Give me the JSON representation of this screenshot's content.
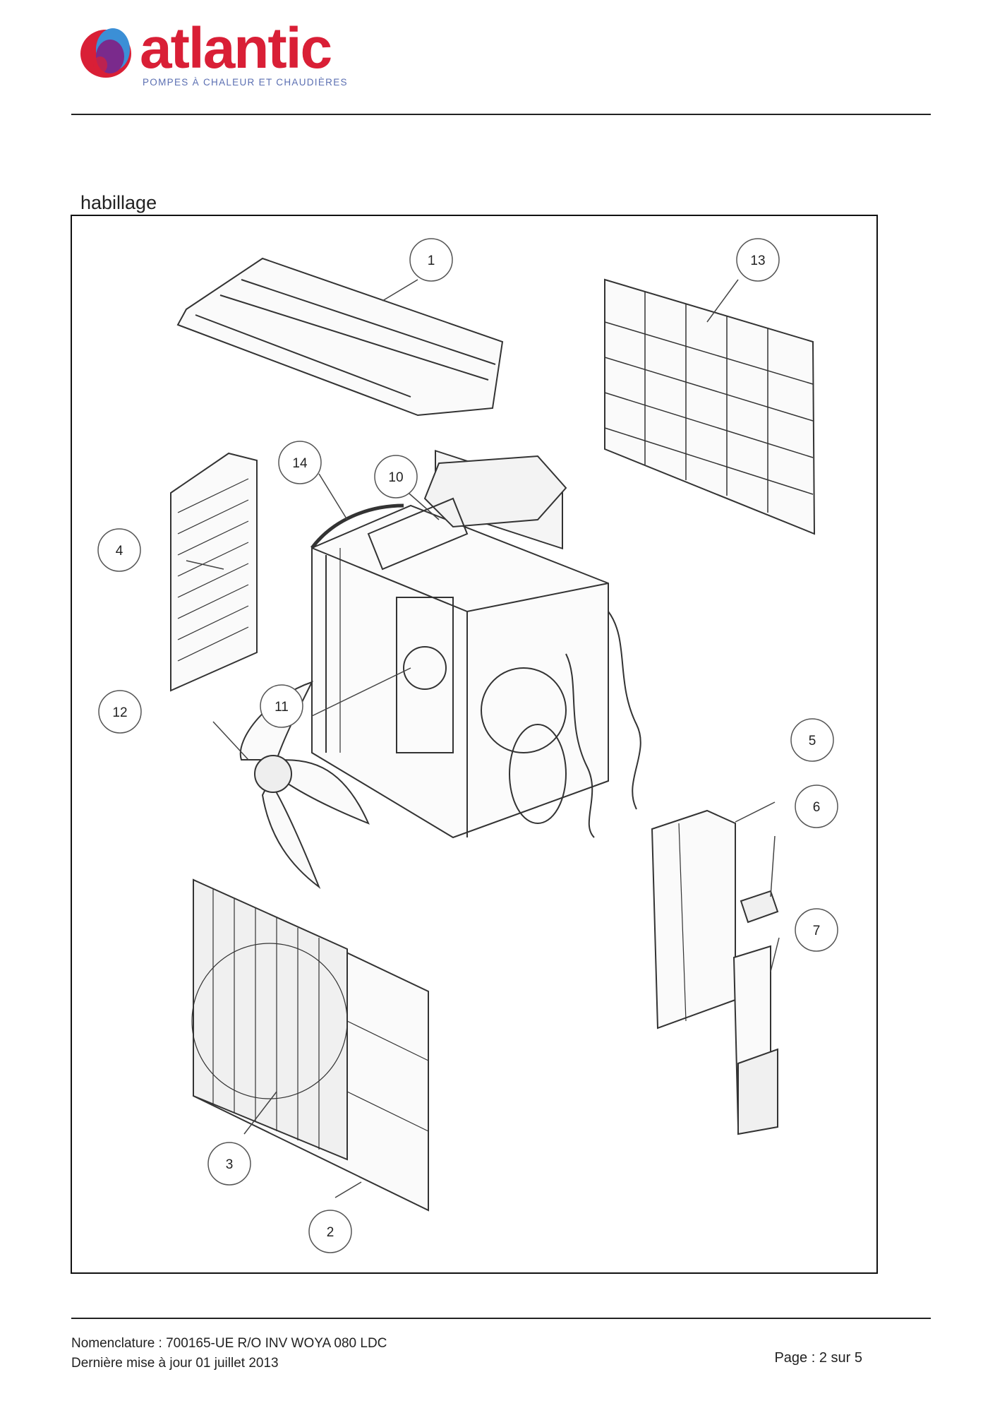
{
  "header": {
    "brand": "atlantic",
    "tagline": "POMPES À CHALEUR ET CHAUDIÈRES",
    "colors": {
      "brand_red": "#d91f36",
      "brand_blue": "#5b6fb2",
      "logo_purple": "#7a2a8c"
    }
  },
  "section": {
    "title": "habillage"
  },
  "diagram": {
    "callouts": [
      "1",
      "13",
      "14",
      "10",
      "4",
      "12",
      "11",
      "5",
      "6",
      "7",
      "3",
      "2"
    ]
  },
  "footer": {
    "nomenclature": "Nomenclature : 700165-UE R/O INV WOYA 080 LDC",
    "updated": "Dernière mise à jour 01 juillet 2013",
    "page": "Page : 2 sur 5"
  }
}
